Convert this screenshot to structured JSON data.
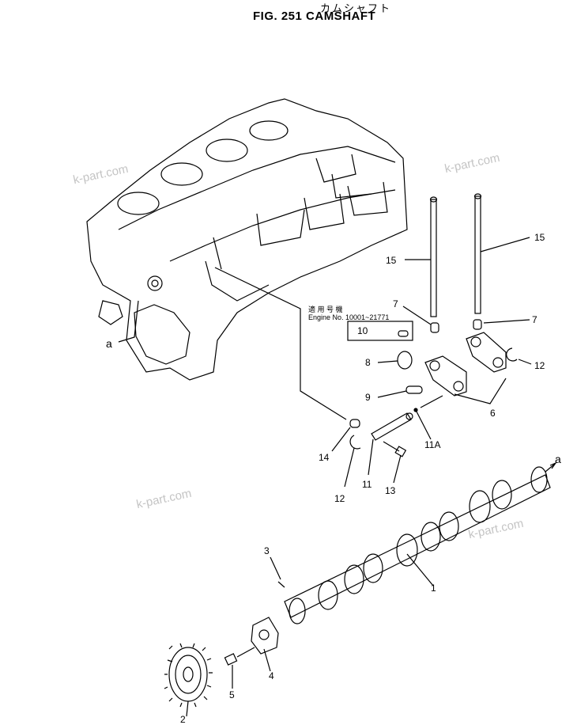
{
  "header": {
    "title_jp": "カムシャフト",
    "title": "FIG. 251   CAMSHAFT"
  },
  "engine_note": {
    "jp": "適 用 号 機",
    "text": "Engine No. 10001~21771"
  },
  "callouts": {
    "c1": "1",
    "c2": "2",
    "c3": "3",
    "c4": "4",
    "c5": "5",
    "c6": "6",
    "c7a": "7",
    "c7b": "7",
    "c8": "8",
    "c9": "9",
    "c10": "10",
    "c11": "11",
    "c11a": "11A",
    "c12a": "12",
    "c12b": "12",
    "c13": "13",
    "c14": "14",
    "c15a": "15",
    "c15b": "15",
    "a_left": "a",
    "a_right": "a"
  },
  "watermarks": [
    "k-part.com",
    "k-part.com",
    "k-part.com",
    "k-part.com"
  ]
}
